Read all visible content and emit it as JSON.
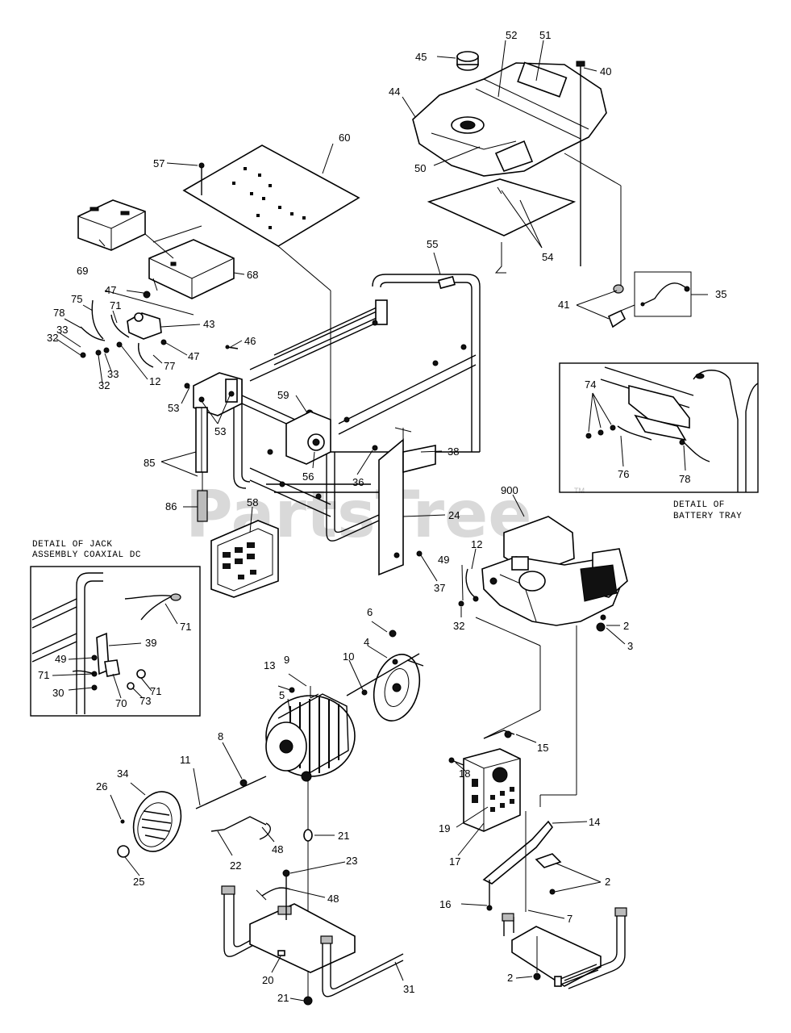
{
  "watermark": "PartsTree",
  "trademark": "TM",
  "detail_captions": {
    "battery_tray": [
      "DETAIL OF",
      "BATTERY TRAY"
    ],
    "jack_assembly": [
      "DETAIL OF JACK",
      "ASSEMBLY COAXIAL DC"
    ]
  },
  "callouts": [
    {
      "id": "c45",
      "text": "45"
    },
    {
      "id": "c52",
      "text": "52"
    },
    {
      "id": "c51",
      "text": "51"
    },
    {
      "id": "c40",
      "text": "40"
    },
    {
      "id": "c44",
      "text": "44"
    },
    {
      "id": "c60",
      "text": "60"
    },
    {
      "id": "c57",
      "text": "57"
    },
    {
      "id": "c50",
      "text": "50"
    },
    {
      "id": "c55",
      "text": "55"
    },
    {
      "id": "c54",
      "text": "54"
    },
    {
      "id": "c69",
      "text": "69"
    },
    {
      "id": "c68",
      "text": "68"
    },
    {
      "id": "c35",
      "text": "35"
    },
    {
      "id": "c41",
      "text": "41"
    },
    {
      "id": "c47a",
      "text": "47"
    },
    {
      "id": "c75",
      "text": "75"
    },
    {
      "id": "c71a",
      "text": "71"
    },
    {
      "id": "c78a",
      "text": "78"
    },
    {
      "id": "c43",
      "text": "43"
    },
    {
      "id": "c33a",
      "text": "33"
    },
    {
      "id": "c32a",
      "text": "32"
    },
    {
      "id": "c46",
      "text": "46"
    },
    {
      "id": "c47b",
      "text": "47"
    },
    {
      "id": "c33b",
      "text": "33"
    },
    {
      "id": "c77",
      "text": "77"
    },
    {
      "id": "c32b",
      "text": "32"
    },
    {
      "id": "c12a",
      "text": "12"
    },
    {
      "id": "c74",
      "text": "74"
    },
    {
      "id": "c53a",
      "text": "53"
    },
    {
      "id": "c59",
      "text": "59"
    },
    {
      "id": "c53b",
      "text": "53"
    },
    {
      "id": "c76",
      "text": "76"
    },
    {
      "id": "c78b",
      "text": "78"
    },
    {
      "id": "c38",
      "text": "38"
    },
    {
      "id": "c56",
      "text": "56"
    },
    {
      "id": "c36",
      "text": "36"
    },
    {
      "id": "c85",
      "text": "85"
    },
    {
      "id": "c900",
      "text": "900"
    },
    {
      "id": "c86",
      "text": "86"
    },
    {
      "id": "c58",
      "text": "58"
    },
    {
      "id": "c24",
      "text": "24"
    },
    {
      "id": "c12b",
      "text": "12"
    },
    {
      "id": "c49a",
      "text": "49"
    },
    {
      "id": "c37",
      "text": "37"
    },
    {
      "id": "c71b",
      "text": "71"
    },
    {
      "id": "c39",
      "text": "39"
    },
    {
      "id": "c32c",
      "text": "32"
    },
    {
      "id": "c2a",
      "text": "2"
    },
    {
      "id": "c6",
      "text": "6"
    },
    {
      "id": "c3",
      "text": "3"
    },
    {
      "id": "c13",
      "text": "13"
    },
    {
      "id": "c9",
      "text": "9"
    },
    {
      "id": "c4",
      "text": "4"
    },
    {
      "id": "c10",
      "text": "10"
    },
    {
      "id": "c49b",
      "text": "49"
    },
    {
      "id": "c71c",
      "text": "71"
    },
    {
      "id": "c71d",
      "text": "71"
    },
    {
      "id": "c30",
      "text": "30"
    },
    {
      "id": "c73",
      "text": "73"
    },
    {
      "id": "c70",
      "text": "70"
    },
    {
      "id": "c5",
      "text": "5"
    },
    {
      "id": "c15",
      "text": "15"
    },
    {
      "id": "c8",
      "text": "8"
    },
    {
      "id": "c18",
      "text": "18"
    },
    {
      "id": "c11",
      "text": "11"
    },
    {
      "id": "c34",
      "text": "34"
    },
    {
      "id": "c26",
      "text": "26"
    },
    {
      "id": "c14",
      "text": "14"
    },
    {
      "id": "c19",
      "text": "19"
    },
    {
      "id": "c21a",
      "text": "21"
    },
    {
      "id": "c22",
      "text": "22"
    },
    {
      "id": "c48a",
      "text": "48"
    },
    {
      "id": "c17",
      "text": "17"
    },
    {
      "id": "c25",
      "text": "25"
    },
    {
      "id": "c23",
      "text": "23"
    },
    {
      "id": "c2b",
      "text": "2"
    },
    {
      "id": "c48b",
      "text": "48"
    },
    {
      "id": "c16",
      "text": "16"
    },
    {
      "id": "c7",
      "text": "7"
    },
    {
      "id": "c20",
      "text": "20"
    },
    {
      "id": "c31",
      "text": "31"
    },
    {
      "id": "c2c",
      "text": "2"
    },
    {
      "id": "c21b",
      "text": "21"
    }
  ]
}
